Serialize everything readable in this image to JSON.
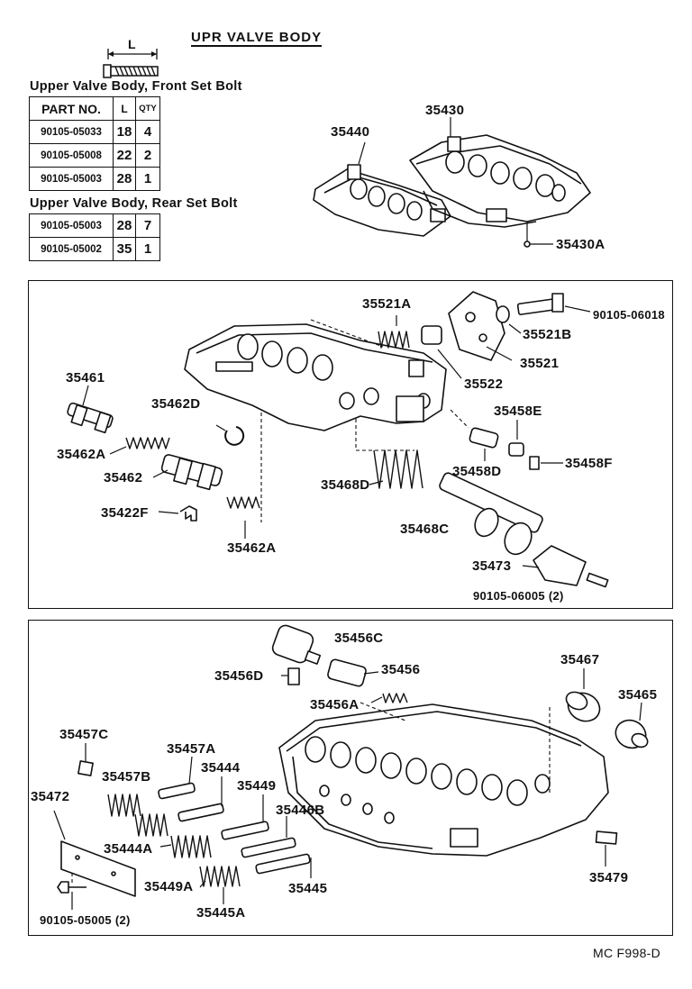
{
  "title": "UPR VALVE BODY",
  "bolt_dimension_label": "L",
  "front_bolt": {
    "caption": "Upper Valve Body, Front Set Bolt",
    "headers": [
      "PART NO.",
      "L",
      "QTY"
    ],
    "rows": [
      [
        "90105-05033",
        "18",
        "4"
      ],
      [
        "90105-05008",
        "22",
        "2"
      ],
      [
        "90105-05003",
        "28",
        "1"
      ]
    ]
  },
  "rear_bolt": {
    "caption": "Upper Valve Body, Rear Set Bolt",
    "rows": [
      [
        "90105-05003",
        "28",
        "7"
      ],
      [
        "90105-05002",
        "35",
        "1"
      ]
    ]
  },
  "overview_labels": {
    "p35440": "35440",
    "p35430": "35430",
    "p35430A": "35430A"
  },
  "panel1_labels": {
    "p35521A": "35521A",
    "p90105_06018": "90105-06018",
    "p35521B": "35521B",
    "p35521": "35521",
    "p35461": "35461",
    "p35522": "35522",
    "p35462D": "35462D",
    "p35458E": "35458E",
    "p35462A_top": "35462A",
    "p35462": "35462",
    "p35458D": "35458D",
    "p35458F": "35458F",
    "p35468D": "35468D",
    "p35422F": "35422F",
    "p35468C": "35468C",
    "p35462A_bottom": "35462A",
    "p35473": "35473",
    "p90105_06005": "90105-06005 (2)"
  },
  "panel2_labels": {
    "p35456C": "35456C",
    "p35456D": "35456D",
    "p35456": "35456",
    "p35467": "35467",
    "p35465": "35465",
    "p35456A": "35456A",
    "p35457C": "35457C",
    "p35457A": "35457A",
    "p35444": "35444",
    "p35457B": "35457B",
    "p35449": "35449",
    "p35472": "35472",
    "p35446B": "35446B",
    "p35444A": "35444A",
    "p35449A": "35449A",
    "p35479": "35479",
    "p35445": "35445",
    "p35445A": "35445A",
    "p90105_05005": "90105-05005 (2)"
  },
  "footer_code": "MC  F998-D"
}
